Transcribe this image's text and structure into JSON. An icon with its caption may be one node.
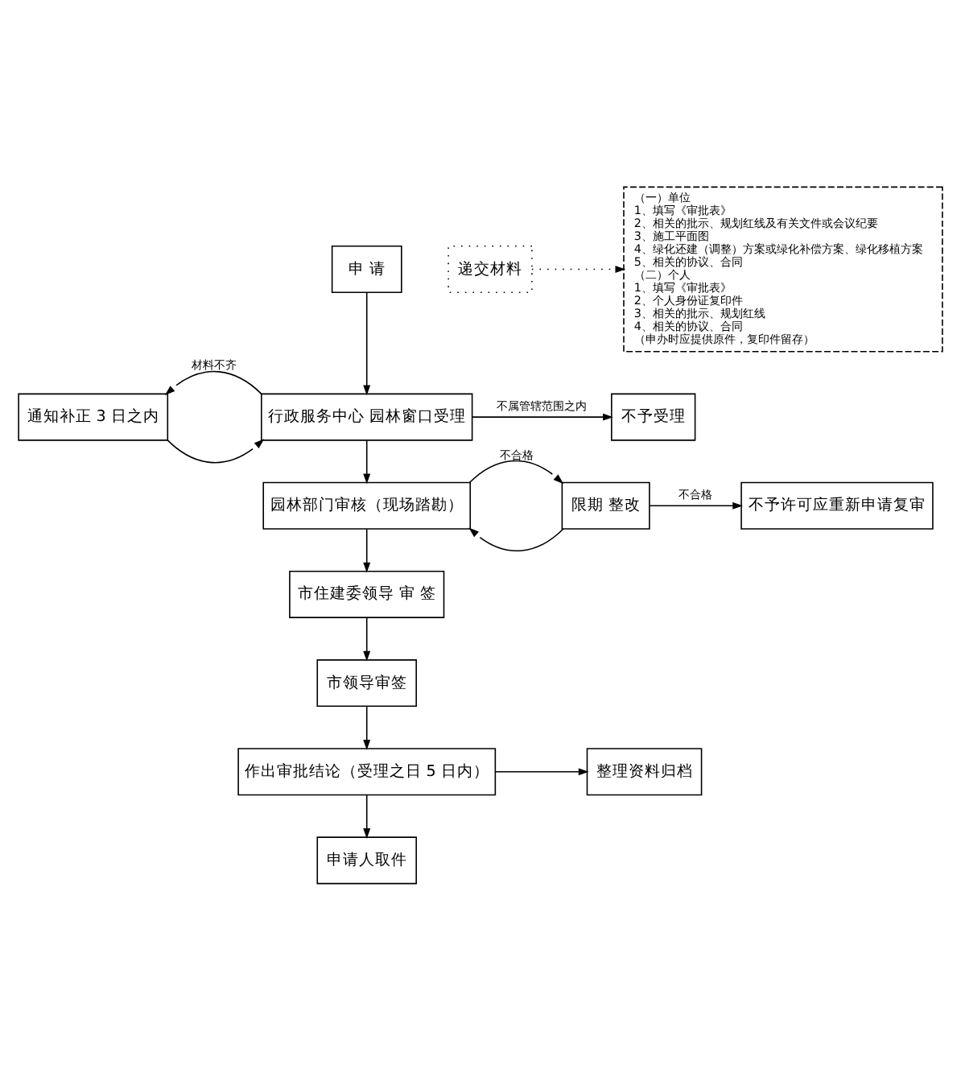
{
  "diagram": {
    "nodes": [
      {
        "text": [
          "申 请"
        ]
      },
      {
        "text": [
          "递交材料"
        ]
      },
      {
        "text": [
          "（一）单位",
          "1、填写《审批表》",
          "2、相关的批示、规划红线及有关文件或会议纪要",
          "3、施工平面图",
          "4、绿化还建（调整）方案或绿化补偿方案、绿化移植方案",
          "5、相关的协议、合同",
          "（二）个人",
          "1、填写《审批表》",
          "2、个人身份证复印件",
          "3、相关的批示、规划红线",
          "4、相关的协议、合同",
          "（申办时应提供原件，复印件留存）"
        ]
      },
      {
        "text": [
          "通知补正 3 日之内"
        ]
      },
      {
        "text": [
          "行政服务中心 园林窗口受理"
        ]
      },
      {
        "text": [
          "不予受理"
        ]
      },
      {
        "text": [
          "园林部门审核（现场踏勘）"
        ]
      },
      {
        "text": [
          "限期 整改"
        ]
      },
      {
        "text": [
          "不予许可应重新申请复审"
        ]
      },
      {
        "text": [
          "市住建委领导 审 签"
        ]
      },
      {
        "text": [
          "市领导审签"
        ]
      },
      {
        "text": [
          "作出审批结论（受理之日 5 日内）"
        ]
      },
      {
        "text": [
          "整理资料归档"
        ]
      },
      {
        "text": [
          "申请人取件"
        ]
      }
    ],
    "edges": [
      {
        "from": 0,
        "to": 4,
        "arrow": "to"
      },
      {
        "from": 1,
        "to": 2,
        "arrow": "to",
        "style": "dashed"
      },
      {
        "from": 4,
        "to": 3,
        "arrow": "to",
        "label": "材料不齐"
      },
      {
        "from": 3,
        "to": 4,
        "arrow": "to"
      },
      {
        "from": 4,
        "to": 5,
        "arrow": "to",
        "label": "不属管辖范围之内"
      },
      {
        "from": 4,
        "to": 6,
        "arrow": "to"
      },
      {
        "from": 6,
        "to": 7,
        "arrow": "to",
        "label": "不合格"
      },
      {
        "from": 7,
        "to": 6,
        "arrow": "to"
      },
      {
        "from": 7,
        "to": 8,
        "arrow": "to",
        "label": "不合格"
      },
      {
        "from": 6,
        "to": 9,
        "arrow": "to"
      },
      {
        "from": 9,
        "to": 10,
        "arrow": "to"
      },
      {
        "from": 10,
        "to": 11,
        "arrow": "to"
      },
      {
        "from": 11,
        "to": 12,
        "arrow": "to"
      },
      {
        "from": 11,
        "to": 13,
        "arrow": "to"
      }
    ]
  }
}
